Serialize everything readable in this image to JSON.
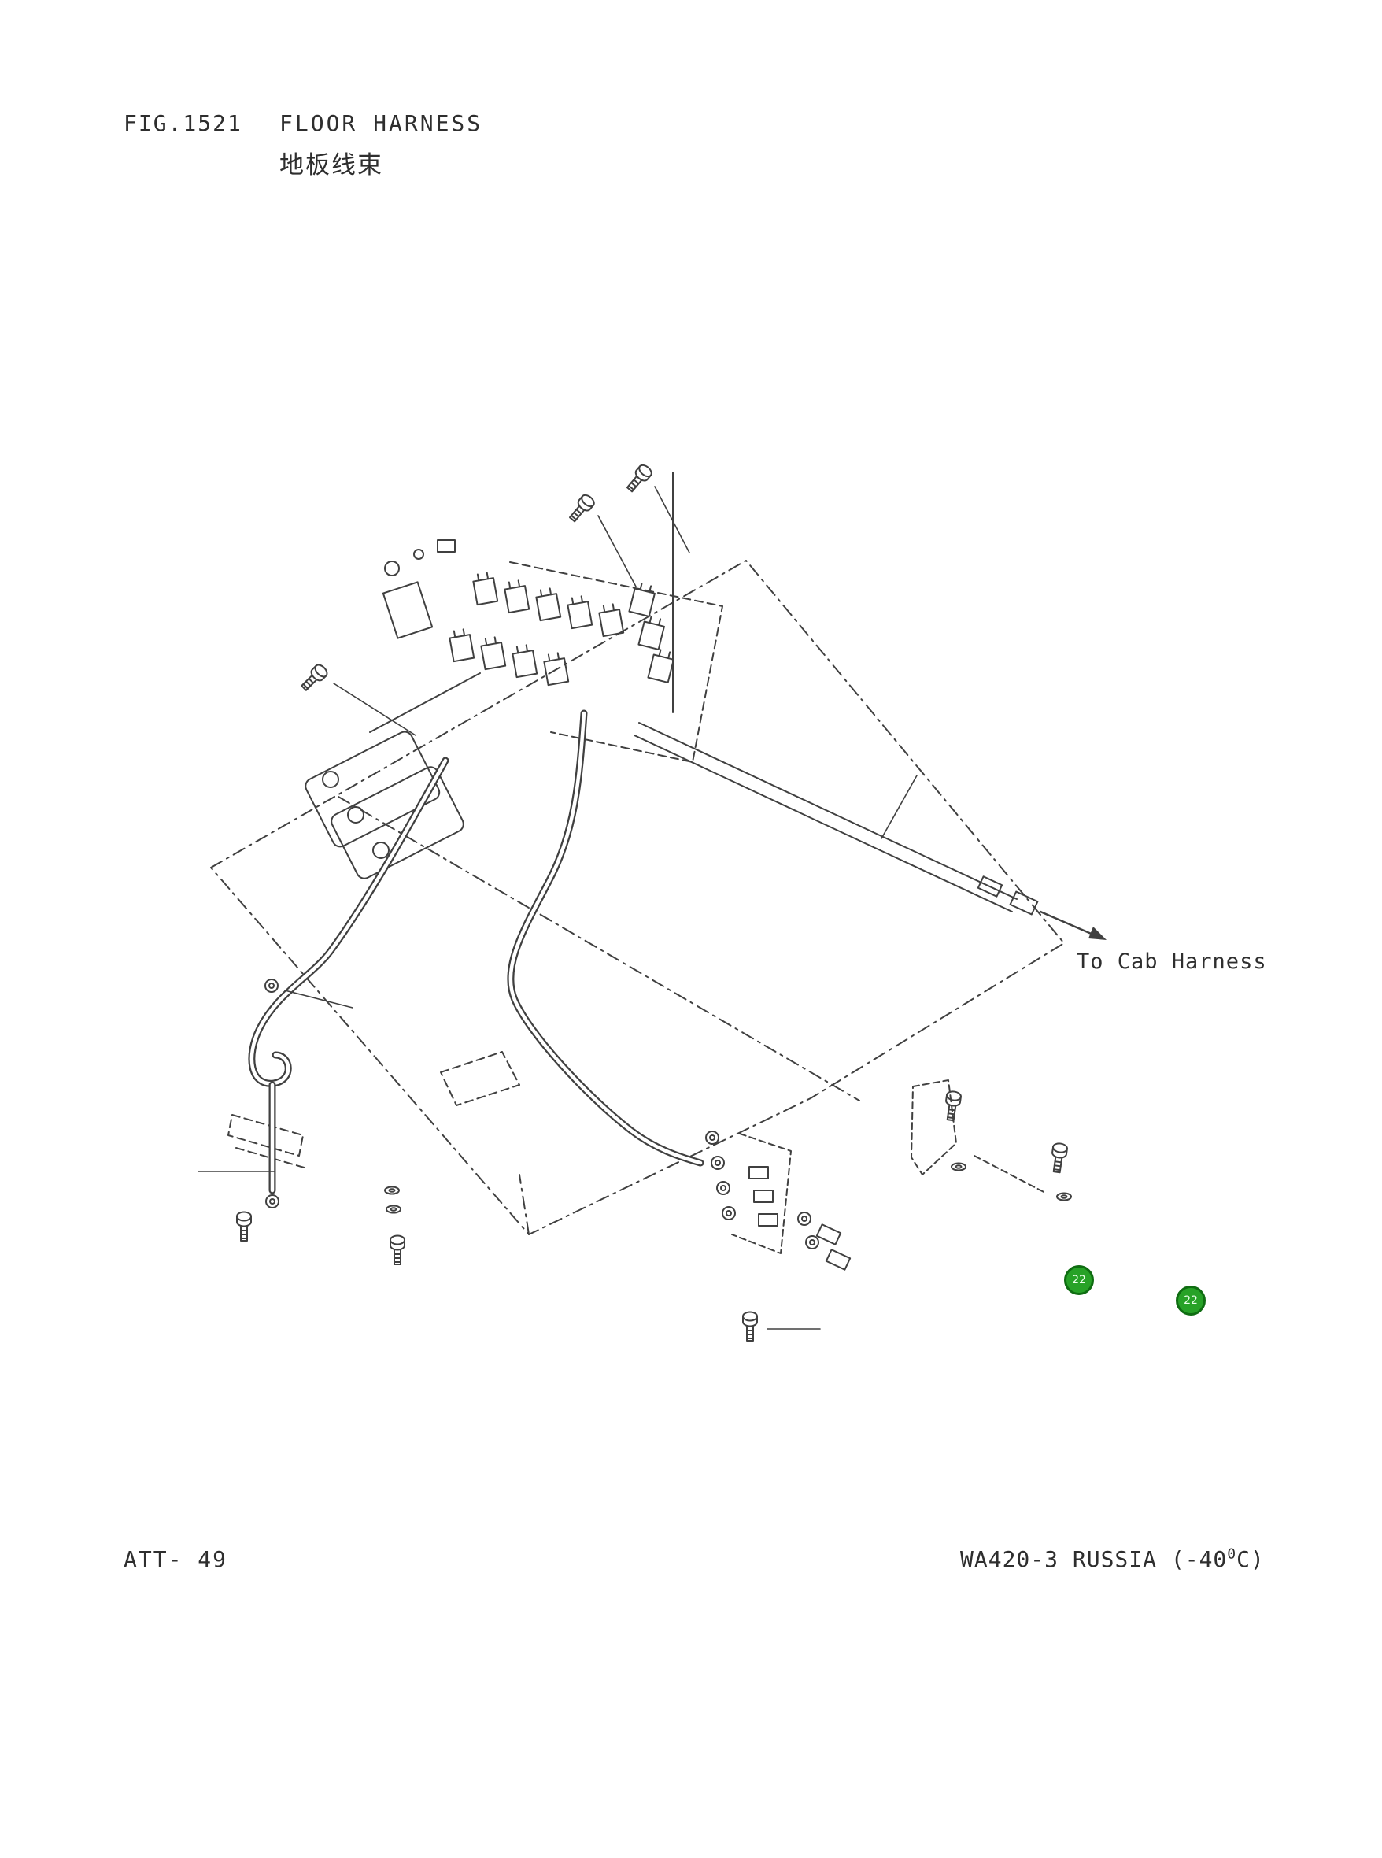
{
  "header": {
    "fig_label": "FIG.1521",
    "title": "FLOOR HARNESS",
    "subtitle_cn": "地板线束"
  },
  "diagram": {
    "annotation": "To Cab Harness",
    "callouts": [
      {
        "label": "22"
      },
      {
        "label": "22"
      }
    ],
    "callout_color": "#27a227",
    "line_color": "#404040"
  },
  "footer": {
    "left": "ATT- 49",
    "right_prefix": "WA420-3 RUSSIA (-40",
    "right_sup": "0",
    "right_suffix": "C)"
  }
}
